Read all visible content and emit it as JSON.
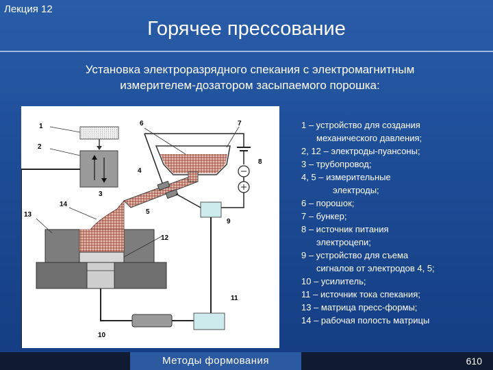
{
  "header": {
    "lecture": "Лекция 12",
    "title": "Горячее прессование"
  },
  "subtitle": {
    "line1": "Установка электроразрядного спекания с электромагнитным",
    "line2": "измерителем-дозатором засыпаемого порошка:"
  },
  "diagram": {
    "labels": [
      "1",
      "2",
      "3",
      "4",
      "5",
      "6",
      "7",
      "8",
      "9",
      "10",
      "11",
      "12",
      "13",
      "14"
    ]
  },
  "legend": [
    {
      "text": "1 – устройство для создания",
      "cont": "механического давления;"
    },
    {
      "text": "2, 12 – электроды-пуансоны;"
    },
    {
      "text": "3 – трубопровод;"
    },
    {
      "text": "4, 5 – измерительные",
      "cont2": "электроды;"
    },
    {
      "text": "6 – порошок;"
    },
    {
      "text": "7 – бункер;"
    },
    {
      "text": "8 – источник питания",
      "cont": "электроцепи;"
    },
    {
      "text": "9 – устройство для съема",
      "cont": "сигналов от электродов 4, 5;"
    },
    {
      "text": "10 – усилитель;"
    },
    {
      "text": "11 – источник тока спекания;"
    },
    {
      "text": "13 – матрица пресс-формы;"
    },
    {
      "text": "14 – рабочая полость матрицы"
    }
  ],
  "footer": {
    "center": "Методы формования",
    "page": "610"
  }
}
